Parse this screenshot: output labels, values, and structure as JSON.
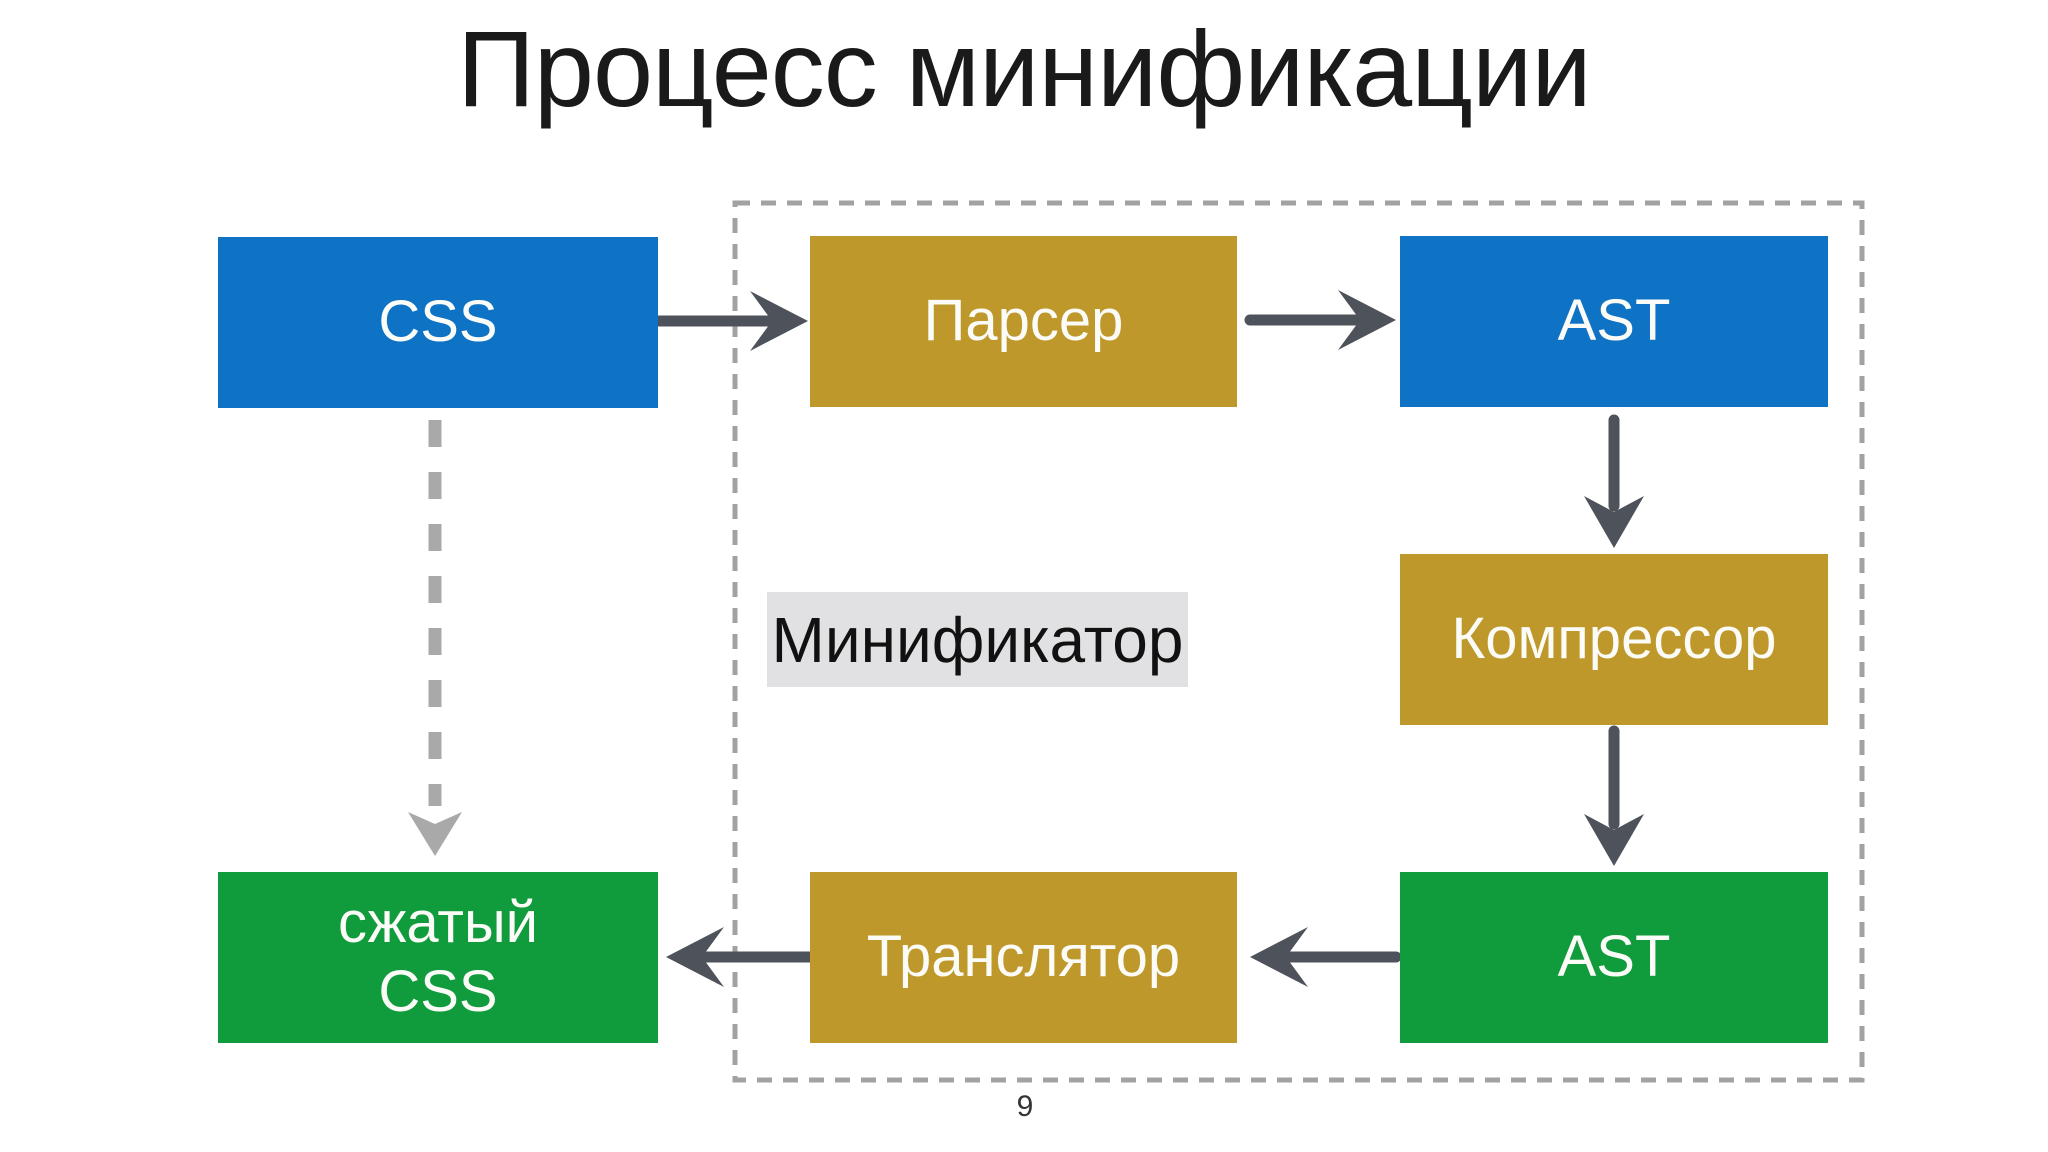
{
  "title": "Процесс минификации",
  "page_number": "9",
  "colors": {
    "blue": "#0E72C5",
    "gold": "#BF982B",
    "green": "#109B3C",
    "arrow-dark": "#4E525A",
    "arrow-light": "#A9A9A9",
    "border-gray": "#A2A2A2",
    "label-bg": "#E1E1E3",
    "label-text": "#111111",
    "title-color": "#1A1A1A",
    "page-num-color": "#333333"
  },
  "diagram": {
    "minifier_label": "Минификатор",
    "nodes": {
      "css": {
        "label": "CSS",
        "color": "blue"
      },
      "parser": {
        "label": "Парсер",
        "color": "gold"
      },
      "ast_top": {
        "label": "AST",
        "color": "blue"
      },
      "compressor": {
        "label": "Компрессор",
        "color": "gold"
      },
      "ast_bottom": {
        "label": "AST",
        "color": "green"
      },
      "translator": {
        "label": "Транслятор",
        "color": "gold"
      },
      "compressed_css": {
        "label": "сжатый\nCSS",
        "color": "green"
      }
    },
    "arrows": [
      {
        "from": "CSS",
        "to": "Парсер",
        "style": "solid"
      },
      {
        "from": "Парсер",
        "to": "AST",
        "style": "solid"
      },
      {
        "from": "AST",
        "to": "Компрессор",
        "style": "solid"
      },
      {
        "from": "Компрессор",
        "to": "AST",
        "style": "solid"
      },
      {
        "from": "AST",
        "to": "Транслятор",
        "style": "solid"
      },
      {
        "from": "Транслятор",
        "to": "сжатый CSS",
        "style": "solid"
      },
      {
        "from": "CSS",
        "to": "сжатый CSS",
        "style": "dashed"
      }
    ]
  }
}
